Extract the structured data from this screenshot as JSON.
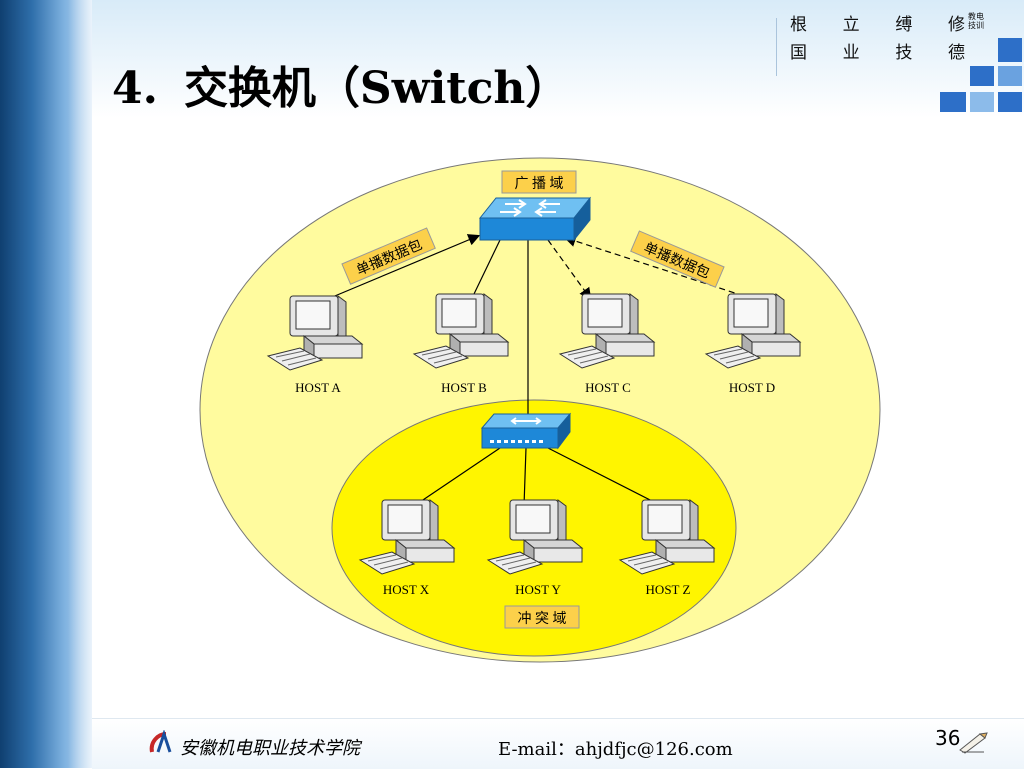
{
  "header": {
    "title_num": "4.",
    "title_text": "交换机（Switch）",
    "motto": [
      "根",
      "立",
      "缚",
      "修",
      "国",
      "业",
      "技",
      "德"
    ],
    "motto_small": "教电技训"
  },
  "diagram": {
    "broadcast_domain_label": "广 播 域",
    "collision_domain_label": "冲 突 域",
    "unicast_label_left": "单播数据包",
    "unicast_label_right": "单播数据包",
    "hosts_top": [
      "HOST A",
      "HOST B",
      "HOST C",
      "HOST D"
    ],
    "hosts_bottom": [
      "HOST X",
      "HOST Y",
      "HOST Z"
    ],
    "colors": {
      "outer_domain": "#fffb9e",
      "inner_domain": "#fff500",
      "label_box": "#fcd04a",
      "switch": "#1e88d8"
    }
  },
  "footer": {
    "school": "安徽机电职业技术学院",
    "email": "E-mail：ahjdfjc@126.com",
    "page": "36"
  }
}
